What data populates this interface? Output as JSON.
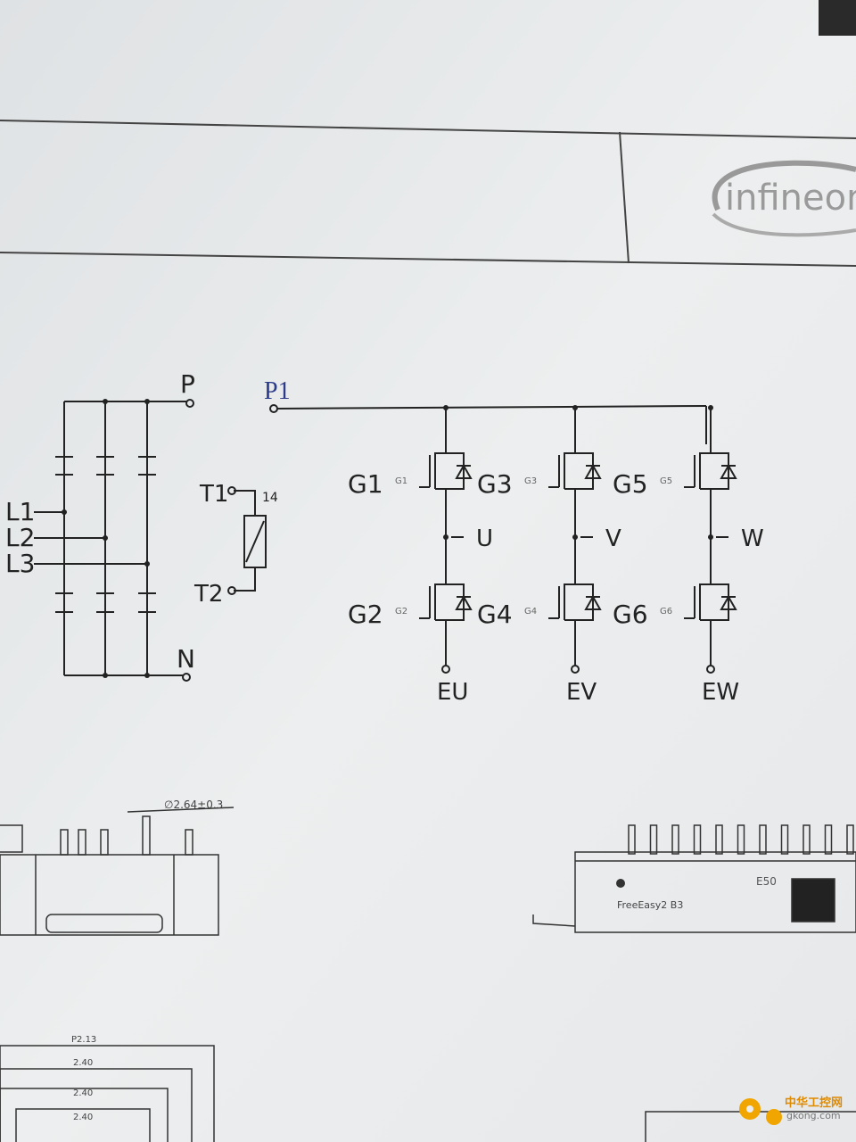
{
  "logo": {
    "text": "infineon"
  },
  "rectifier": {
    "inputs": [
      "L1",
      "L2",
      "L3"
    ],
    "dc_plus": "P",
    "dc_minus": "N"
  },
  "thermistor": {
    "top": "T1",
    "bottom": "T2",
    "pin_top": "14"
  },
  "inverter": {
    "bus": "P1",
    "gates_upper": [
      "G1",
      "G3",
      "G5"
    ],
    "gates_lower": [
      "G2",
      "G4",
      "G6"
    ],
    "small_gate_upper": [
      "G1",
      "G3",
      "G5"
    ],
    "small_gate_lower": [
      "G2",
      "G4",
      "G6"
    ],
    "outputs": [
      "U",
      "V",
      "W"
    ],
    "emitters": [
      "EU",
      "EV",
      "EW"
    ]
  },
  "drawing_bottom": {
    "dim_label": "∅2.64±0.3",
    "part_label": "FreeEasy2 B3",
    "code": "E50",
    "rows": [
      "P2.13",
      "2.40",
      "2.40",
      "2.40"
    ]
  },
  "watermark": {
    "cn": "中华工控网",
    "url": "gkong.com"
  }
}
